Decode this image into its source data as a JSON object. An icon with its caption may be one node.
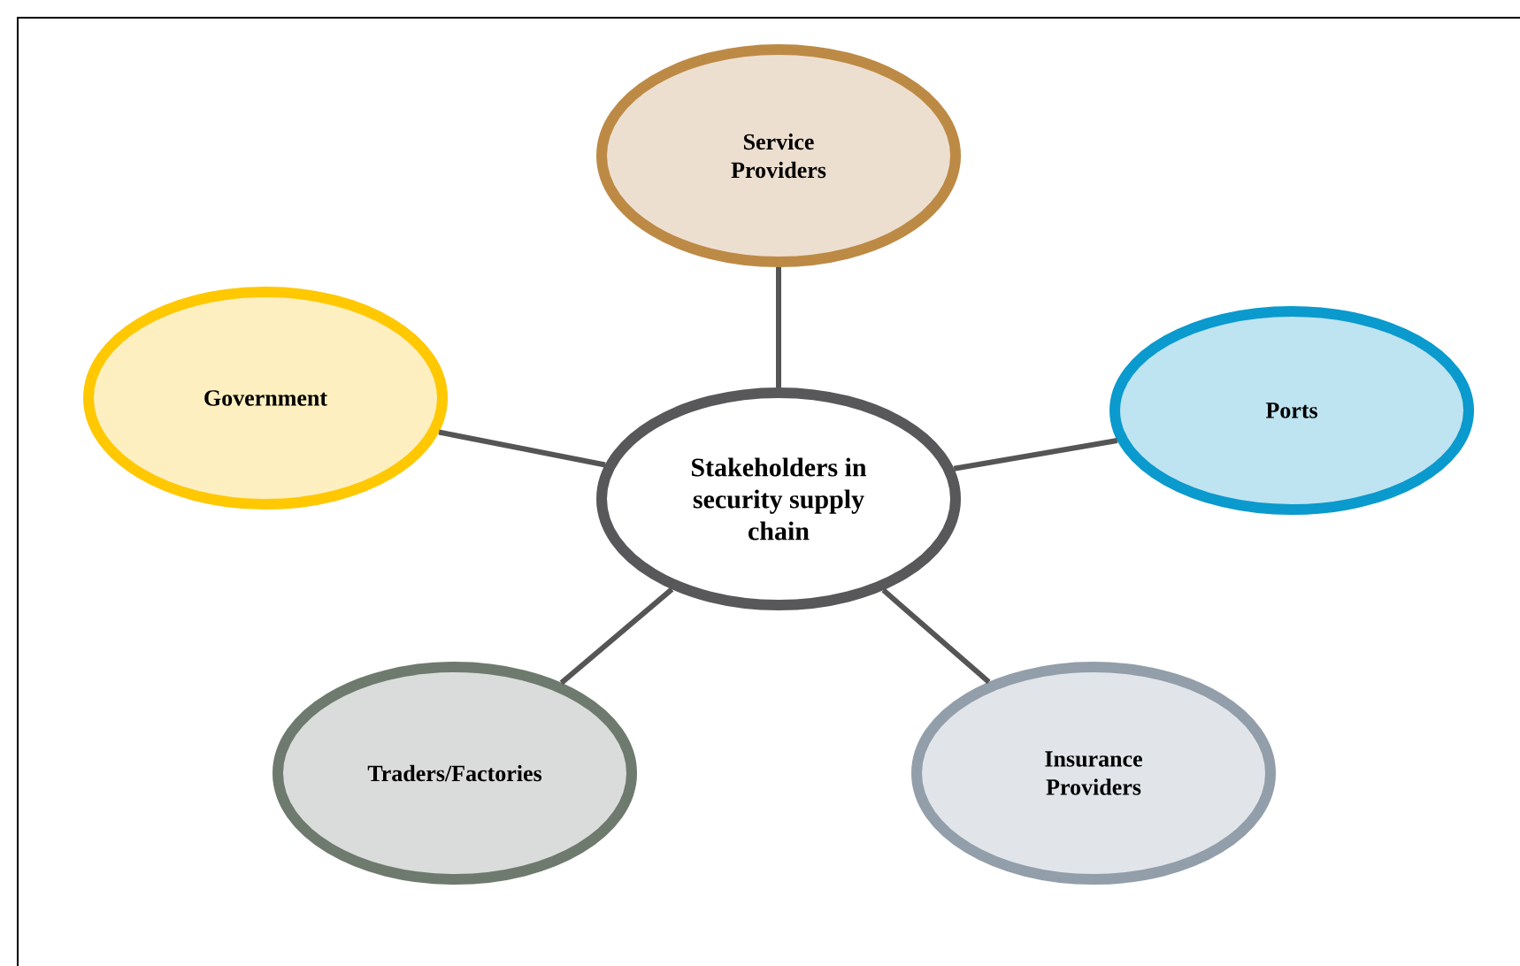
{
  "diagram": {
    "nodes": [
      {
        "text": [
          "Service Providers"
        ]
      },
      {
        "text": [
          "Government"
        ]
      },
      {
        "text": [
          "Stakeholders in security supply chain"
        ]
      },
      {
        "text": [
          "Ports"
        ]
      },
      {
        "text": [
          "Traders/Factories"
        ]
      },
      {
        "text": [
          "Insurance Providers"
        ]
      }
    ],
    "edges": [
      {
        "from": 2,
        "to": 0,
        "arrow": "none"
      },
      {
        "from": 2,
        "to": 1,
        "arrow": "none"
      },
      {
        "from": 2,
        "to": 3,
        "arrow": "none"
      },
      {
        "from": 2,
        "to": 4,
        "arrow": "none"
      },
      {
        "from": 2,
        "to": 5,
        "arrow": "none"
      }
    ]
  }
}
